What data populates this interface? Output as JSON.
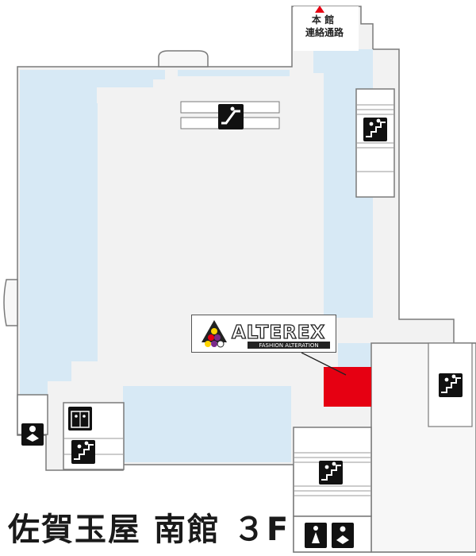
{
  "floor_title": "佐賀玉屋 南館 ３F",
  "connection": {
    "line1": "本 館",
    "line2": "連絡通路"
  },
  "shop": {
    "logo_text": "ALTEREX",
    "subtitle": "FASHION ALTERATION",
    "highlight_color": "#e60012"
  },
  "colors": {
    "floor_blue": "#d7e9f5",
    "corridor": "#f2f2f2",
    "wall": "#7a7a7a",
    "shop_red": "#e60012",
    "icon_bg": "#111111"
  },
  "icons": [
    "escalator-icon",
    "stairs-icon",
    "elevator-icon",
    "baby-care-icon",
    "restroom-icon",
    "connection-arrow-icon"
  ]
}
